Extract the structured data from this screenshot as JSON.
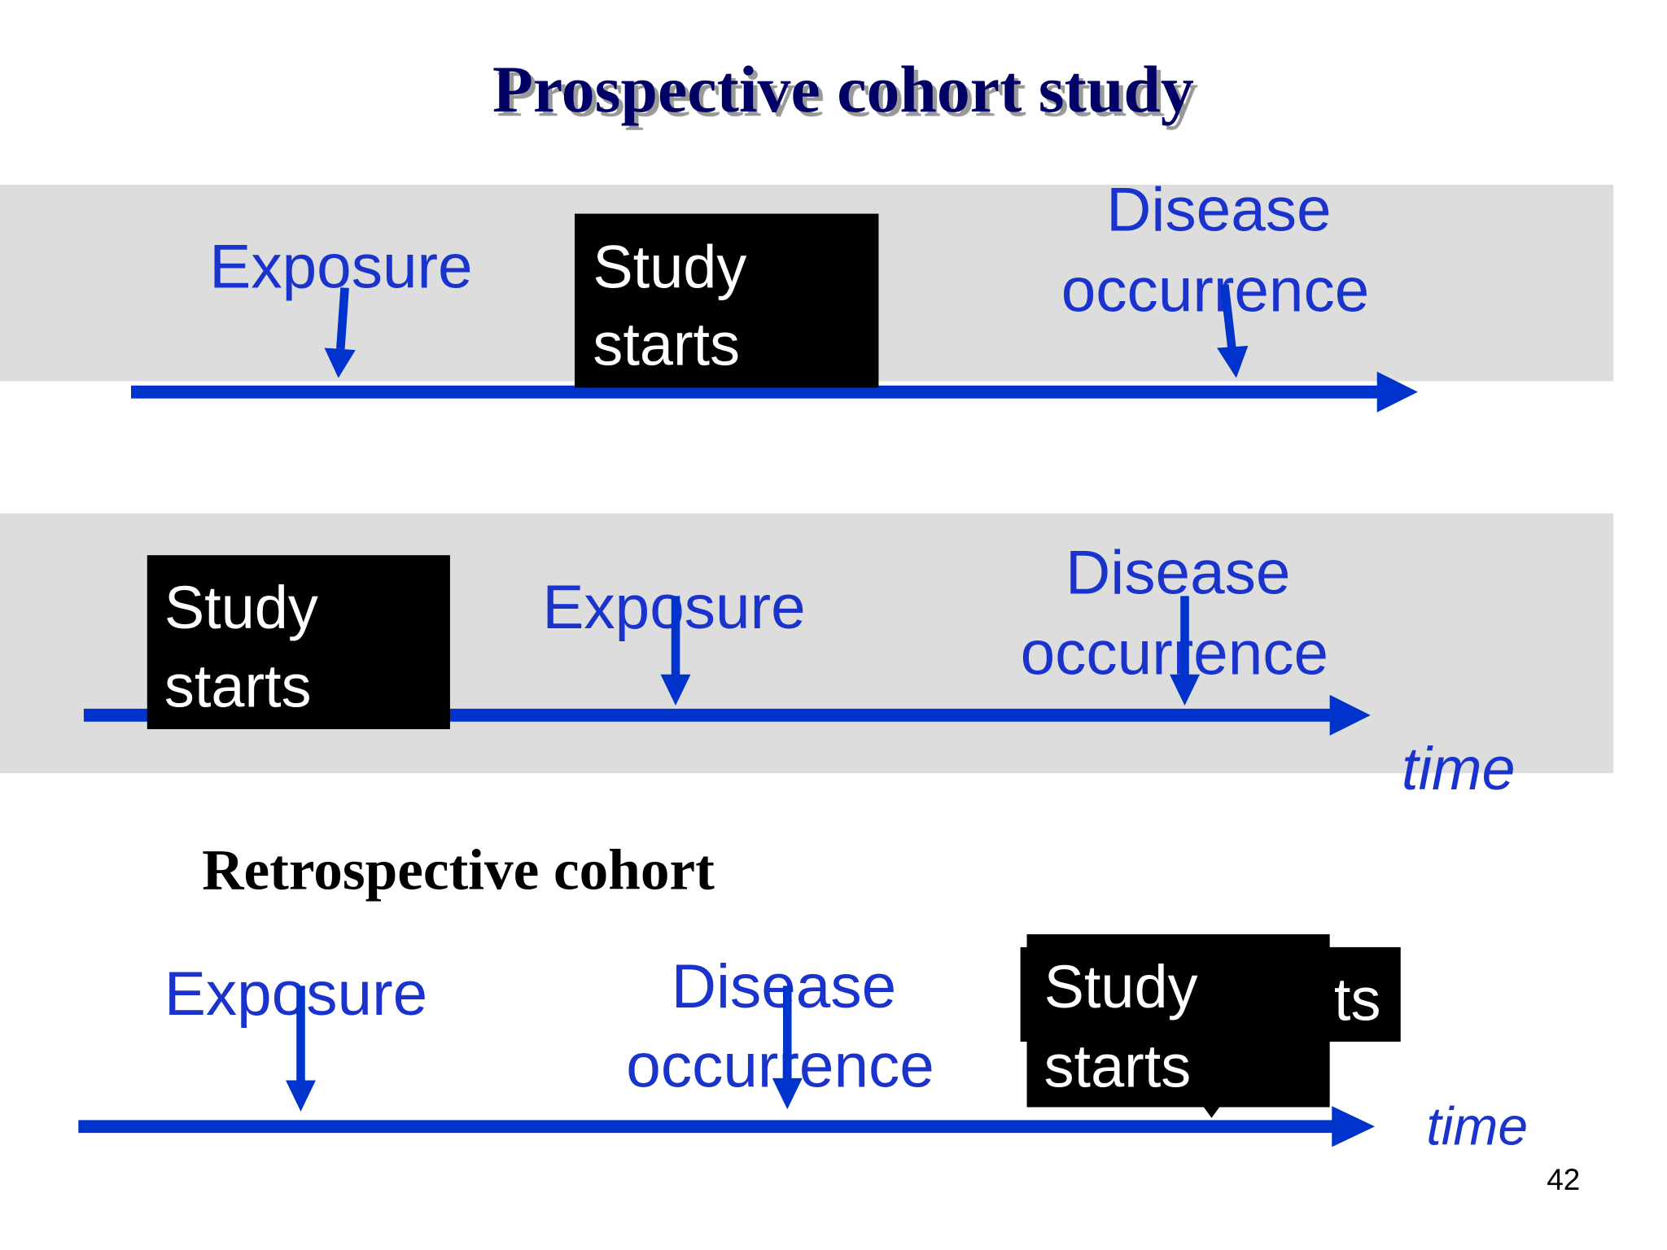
{
  "title": "Prospective cohort study",
  "colors": {
    "text_blue": "#1a33cc",
    "arrow_blue": "#0033cc",
    "band_gray": "#dddddd",
    "title_navy": "#000066",
    "box_black": "#000000"
  },
  "row1": {
    "exposure": "Exposure",
    "study_line1": "Study",
    "study_line2": "starts",
    "disease_line1": "Disease",
    "disease_line2": "occurrence"
  },
  "row2": {
    "study_line1": "Study",
    "study_line2": "starts",
    "exposure": "Exposure",
    "disease_line1": "Disease",
    "disease_line2": "occurrence",
    "time": "time"
  },
  "retrospective": {
    "heading": "Retrospective cohort",
    "exposure": "Exposure",
    "disease_line1": "Disease",
    "disease_line2": "occurrence",
    "back_box_fragment": "ts",
    "study_line1": "Study",
    "study_line2": "starts",
    "time": "time"
  },
  "page_number": "42"
}
